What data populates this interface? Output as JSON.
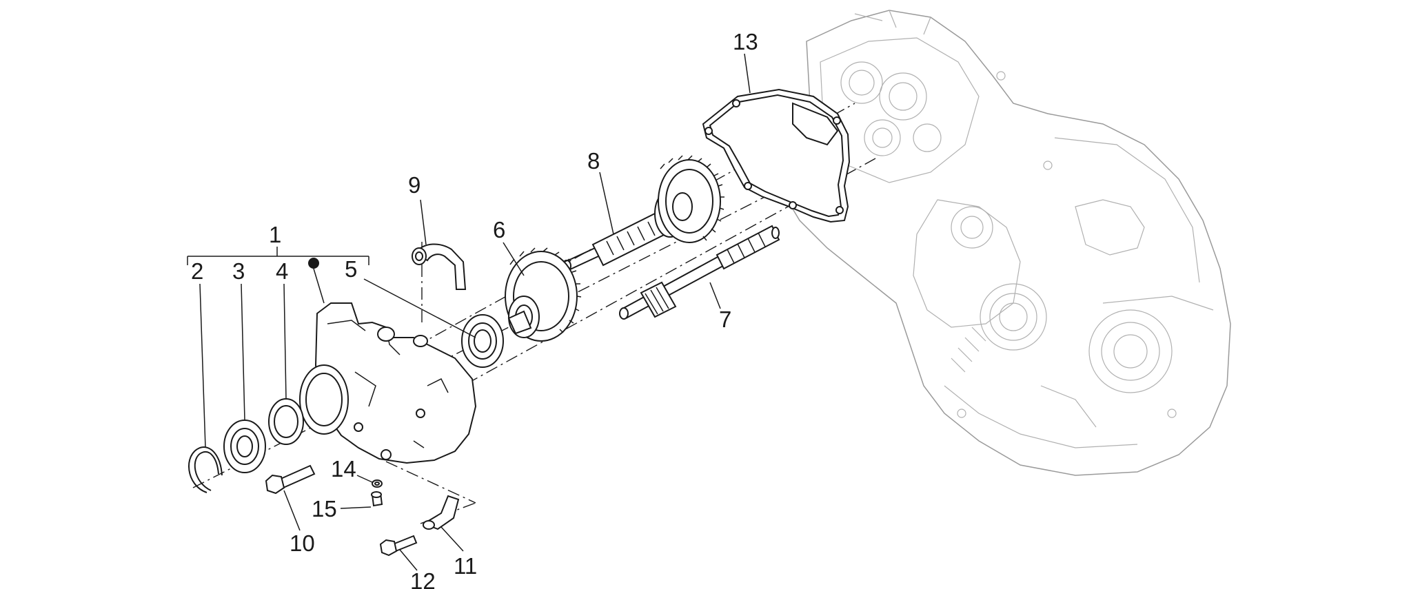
{
  "callouts": {
    "c1": "1",
    "c2": "2",
    "c3": "3",
    "c4": "4",
    "c5": "5",
    "c6": "6",
    "c7": "7",
    "c8": "8",
    "c9": "9",
    "c10": "10",
    "c11": "11",
    "c12": "12",
    "c13": "13",
    "c14": "14",
    "c15": "15"
  },
  "colors": {
    "line": "#1a1a1a",
    "faint": "#9a9a9a",
    "background": "#ffffff"
  }
}
